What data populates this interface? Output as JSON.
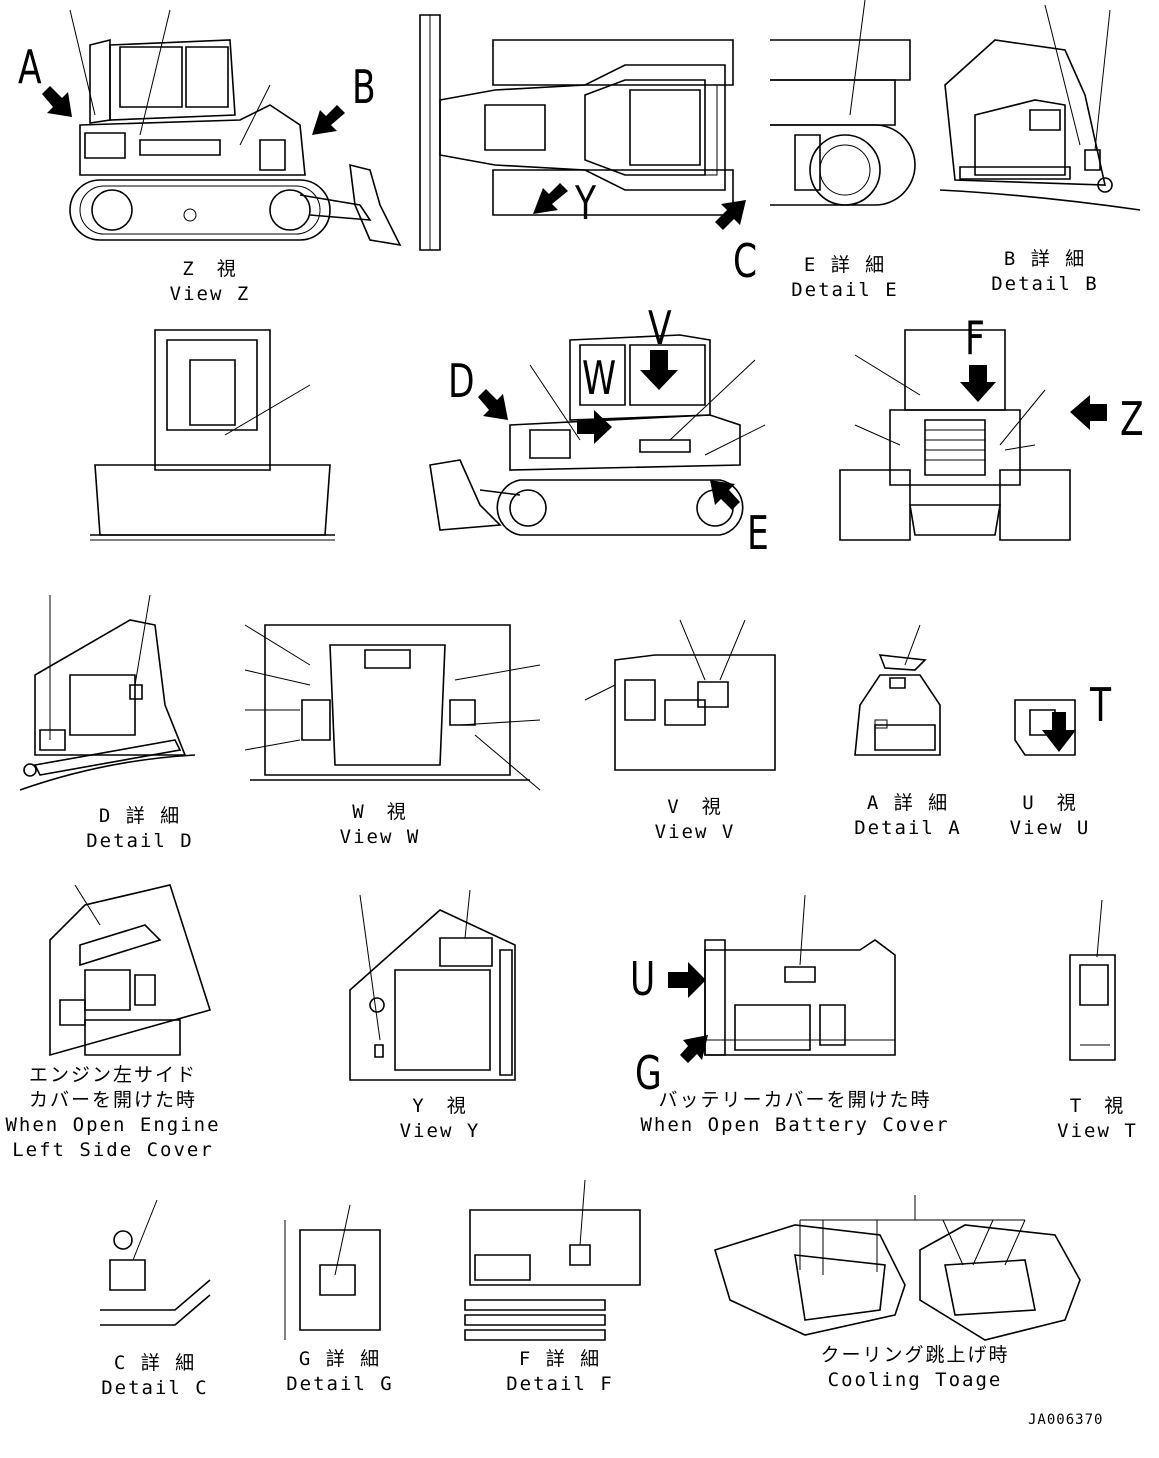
{
  "captions": {
    "view_z": {
      "jp": "Z　視",
      "en": "View Z"
    },
    "detail_e": {
      "jp": "E 詳 細",
      "en": "Detail E"
    },
    "detail_b": {
      "jp": "B 詳 細",
      "en": "Detail B"
    },
    "detail_d": {
      "jp": "D 詳 細",
      "en": "Detail D"
    },
    "view_w": {
      "jp": "W　視",
      "en": "View W"
    },
    "view_v": {
      "jp": "V　視",
      "en": "View V"
    },
    "detail_a": {
      "jp": "A 詳 細",
      "en": "Detail A"
    },
    "view_u": {
      "jp": "U　視",
      "en": "View U"
    },
    "engine_cover": {
      "jp1": "エンジン左サイド",
      "jp2": "カバーを開けた時",
      "en1": "When Open Engine",
      "en2": "Left Side Cover"
    },
    "view_y": {
      "jp": "Y　視",
      "en": "View Y"
    },
    "battery_cover": {
      "jp": "バッテリーカバーを開けた時",
      "en": "When Open Battery Cover"
    },
    "view_t": {
      "jp": "T　視",
      "en": "View T"
    },
    "detail_c": {
      "jp": "C 詳 細",
      "en": "Detail C"
    },
    "detail_g": {
      "jp": "G 詳 細",
      "en": "Detail G"
    },
    "detail_f": {
      "jp": "F 詳 細",
      "en": "Detail F"
    },
    "cooling": {
      "jp": "クーリング跳上げ時",
      "en": "Cooling Toage"
    }
  },
  "letters": {
    "A": "A",
    "B": "B",
    "C": "C",
    "D": "D",
    "E": "E",
    "F": "F",
    "G": "G",
    "T": "T",
    "U": "U",
    "V": "V",
    "W": "W",
    "Y": "Y",
    "Z": "Z"
  },
  "drawing_code": "JA006370"
}
